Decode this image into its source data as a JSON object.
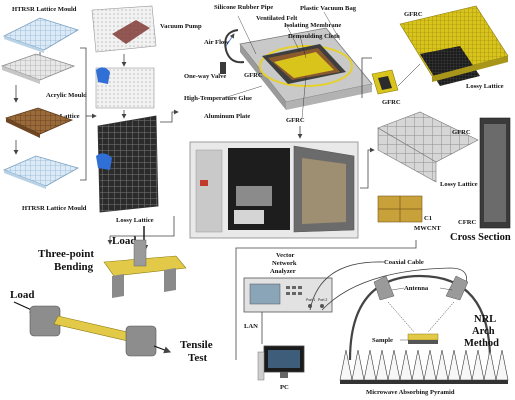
{
  "moulds": {
    "htrsr_top": "HTRSR Lattice Mould",
    "acrylic": "Acrylic Mould",
    "lossy_lattice": "Lossy Lattice",
    "htrsr_bottom": "HTRSR Lattice Mould"
  },
  "lattice_photos": {
    "lossy_lattice": "Lossy Lattice"
  },
  "vacuum": {
    "silicone_pipe": "Silicone Rubber Pipe",
    "vacuum_pump": "Vacuum Pump",
    "air_flow": "Air Flow",
    "one_way_valve": "One-way Valve",
    "high_temp_glue": "High-Temperature Glue",
    "aluminum_plate": "Aluminum Plate",
    "ventilated_felt": "Ventilated Felt",
    "plastic_bag": "Plastic Vacuum Bag",
    "isolating_membrane": "Isolating Membrane",
    "demoulding_cloth": "Demoulding Cloth",
    "gfrc_a": "GFRC",
    "gfrc_b": "GFRC"
  },
  "sandwich": {
    "gfrc_top": "GFRC",
    "gfrc_left": "GFRC",
    "lossy_lattice": "Lossy Lattice"
  },
  "cross_section": {
    "gfrc": "GFRC",
    "lossy_lattice": "Lossy Lattice",
    "c1": "C1",
    "mwcnt": "MWCNT",
    "cfrc": "CFRC",
    "title": "Cross Section"
  },
  "mechanical": {
    "load_top": "Load",
    "three_point_line1": "Three-point",
    "three_point_line2": "Bending",
    "load_left": "Load",
    "tensile_line1": "Tensile",
    "tensile_line2": "Test"
  },
  "nrl": {
    "vna_line1": "Vector",
    "vna_line2": "Network",
    "vna_line3": "Analyzer",
    "coaxial": "Coaxial Cable",
    "antenna": "Antenna",
    "lan": "LAN",
    "sample": "Sample",
    "pc": "PC",
    "method_line1": "NRL",
    "method_line2": "Arch",
    "method_line3": "Method",
    "pyramid": "Microwave Absorbing Pyramid",
    "port1": "Port 1",
    "port2": "Port 2"
  },
  "colors": {
    "gfrc_yellow": "#d8c21a",
    "lossy_brown": "#8a5a2e",
    "mould_blue": "#cfe3f2",
    "arrow": "#444444"
  }
}
